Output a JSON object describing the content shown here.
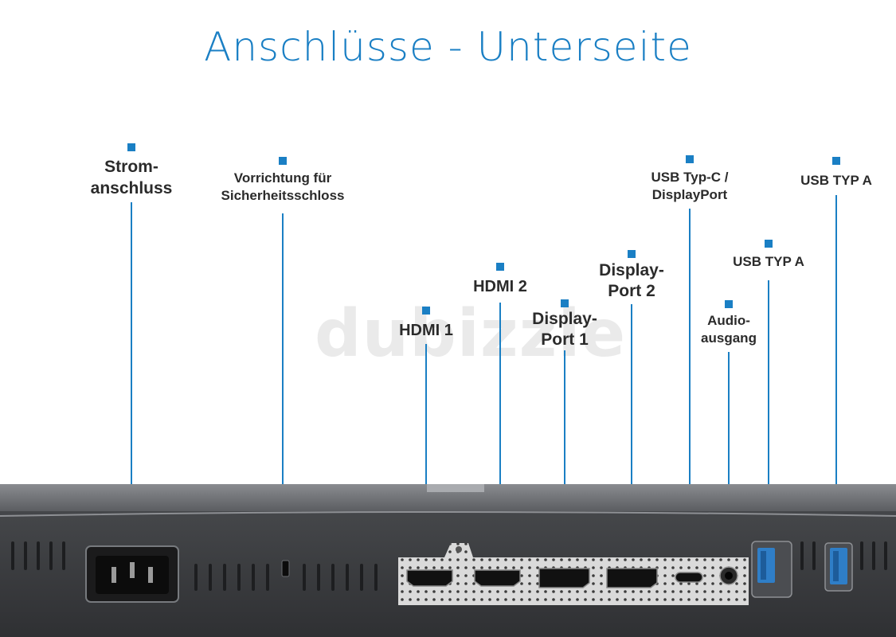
{
  "title": "Anschlüsse - Unterseite",
  "watermark": "dubizzle",
  "colors": {
    "accent": "#1a7fc4",
    "panel": "#3a3b3e",
    "panel_light": "#7d7f83",
    "port_plate": "#d9d9d9",
    "port_dark": "#1a1a1a"
  },
  "ports": [
    {
      "id": "power",
      "lines": [
        "Strom-",
        "anschluss"
      ],
      "icon": "power-socket-icon"
    },
    {
      "id": "security-lock",
      "lines": [
        "Vorrichtung für",
        "Sicherheitsschloss"
      ],
      "icon": "kensington-lock-icon"
    },
    {
      "id": "hdmi-1",
      "lines": [
        "HDMI 1"
      ],
      "icon": "hdmi-port-icon"
    },
    {
      "id": "hdmi-2",
      "lines": [
        "HDMI 2"
      ],
      "icon": "hdmi-port-icon"
    },
    {
      "id": "displayport-1",
      "lines": [
        "Display-",
        "Port 1"
      ],
      "icon": "displayport-icon"
    },
    {
      "id": "displayport-2",
      "lines": [
        "Display-",
        "Port 2"
      ],
      "icon": "displayport-icon"
    },
    {
      "id": "usb-c-dp",
      "lines": [
        "USB Typ-C /",
        "DisplayPort"
      ],
      "icon": "usb-c-port-icon"
    },
    {
      "id": "audio-out",
      "lines": [
        "Audio-",
        "ausgang"
      ],
      "icon": "audio-jack-icon"
    },
    {
      "id": "usb-a-1",
      "lines": [
        "USB TYP A"
      ],
      "icon": "usb-a-port-icon"
    },
    {
      "id": "usb-a-2",
      "lines": [
        "USB TYP A"
      ],
      "icon": "usb-a-port-icon"
    }
  ]
}
